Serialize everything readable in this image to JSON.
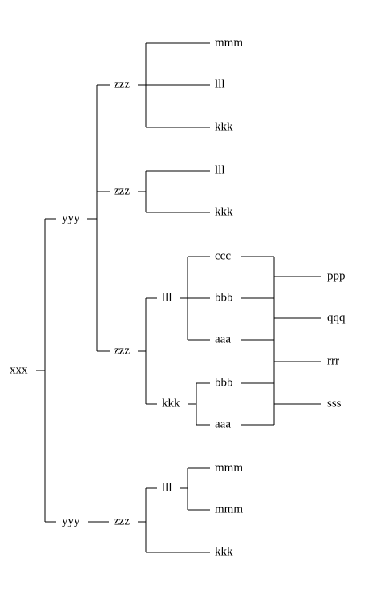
{
  "tree": {
    "name": "xxx",
    "children": [
      {
        "name": "yyy",
        "children": [
          {
            "name": "zzz",
            "children": [
              {
                "name": "mmm"
              },
              {
                "name": "lll"
              },
              {
                "name": "kkk"
              }
            ]
          },
          {
            "name": "zzz",
            "children": [
              {
                "name": "lll"
              },
              {
                "name": "kkk"
              }
            ]
          },
          {
            "name": "zzz",
            "children": [
              {
                "name": "lll",
                "children": [
                  {
                    "name": "ccc"
                  },
                  {
                    "name": "bbb"
                  },
                  {
                    "name": "aaa"
                  }
                ]
              },
              {
                "name": "kkk",
                "children": [
                  {
                    "name": "bbb"
                  },
                  {
                    "name": "aaa"
                  }
                ]
              }
            ]
          }
        ]
      },
      {
        "name": "yyy",
        "children": [
          {
            "name": "zzz",
            "children": [
              {
                "name": "lll",
                "children": [
                  {
                    "name": "mmm"
                  },
                  {
                    "name": "mmm"
                  }
                ]
              },
              {
                "name": "kkk"
              }
            ]
          }
        ]
      }
    ]
  },
  "right_nodes": [
    "ppp",
    "qqq",
    "rrr",
    "sss"
  ]
}
